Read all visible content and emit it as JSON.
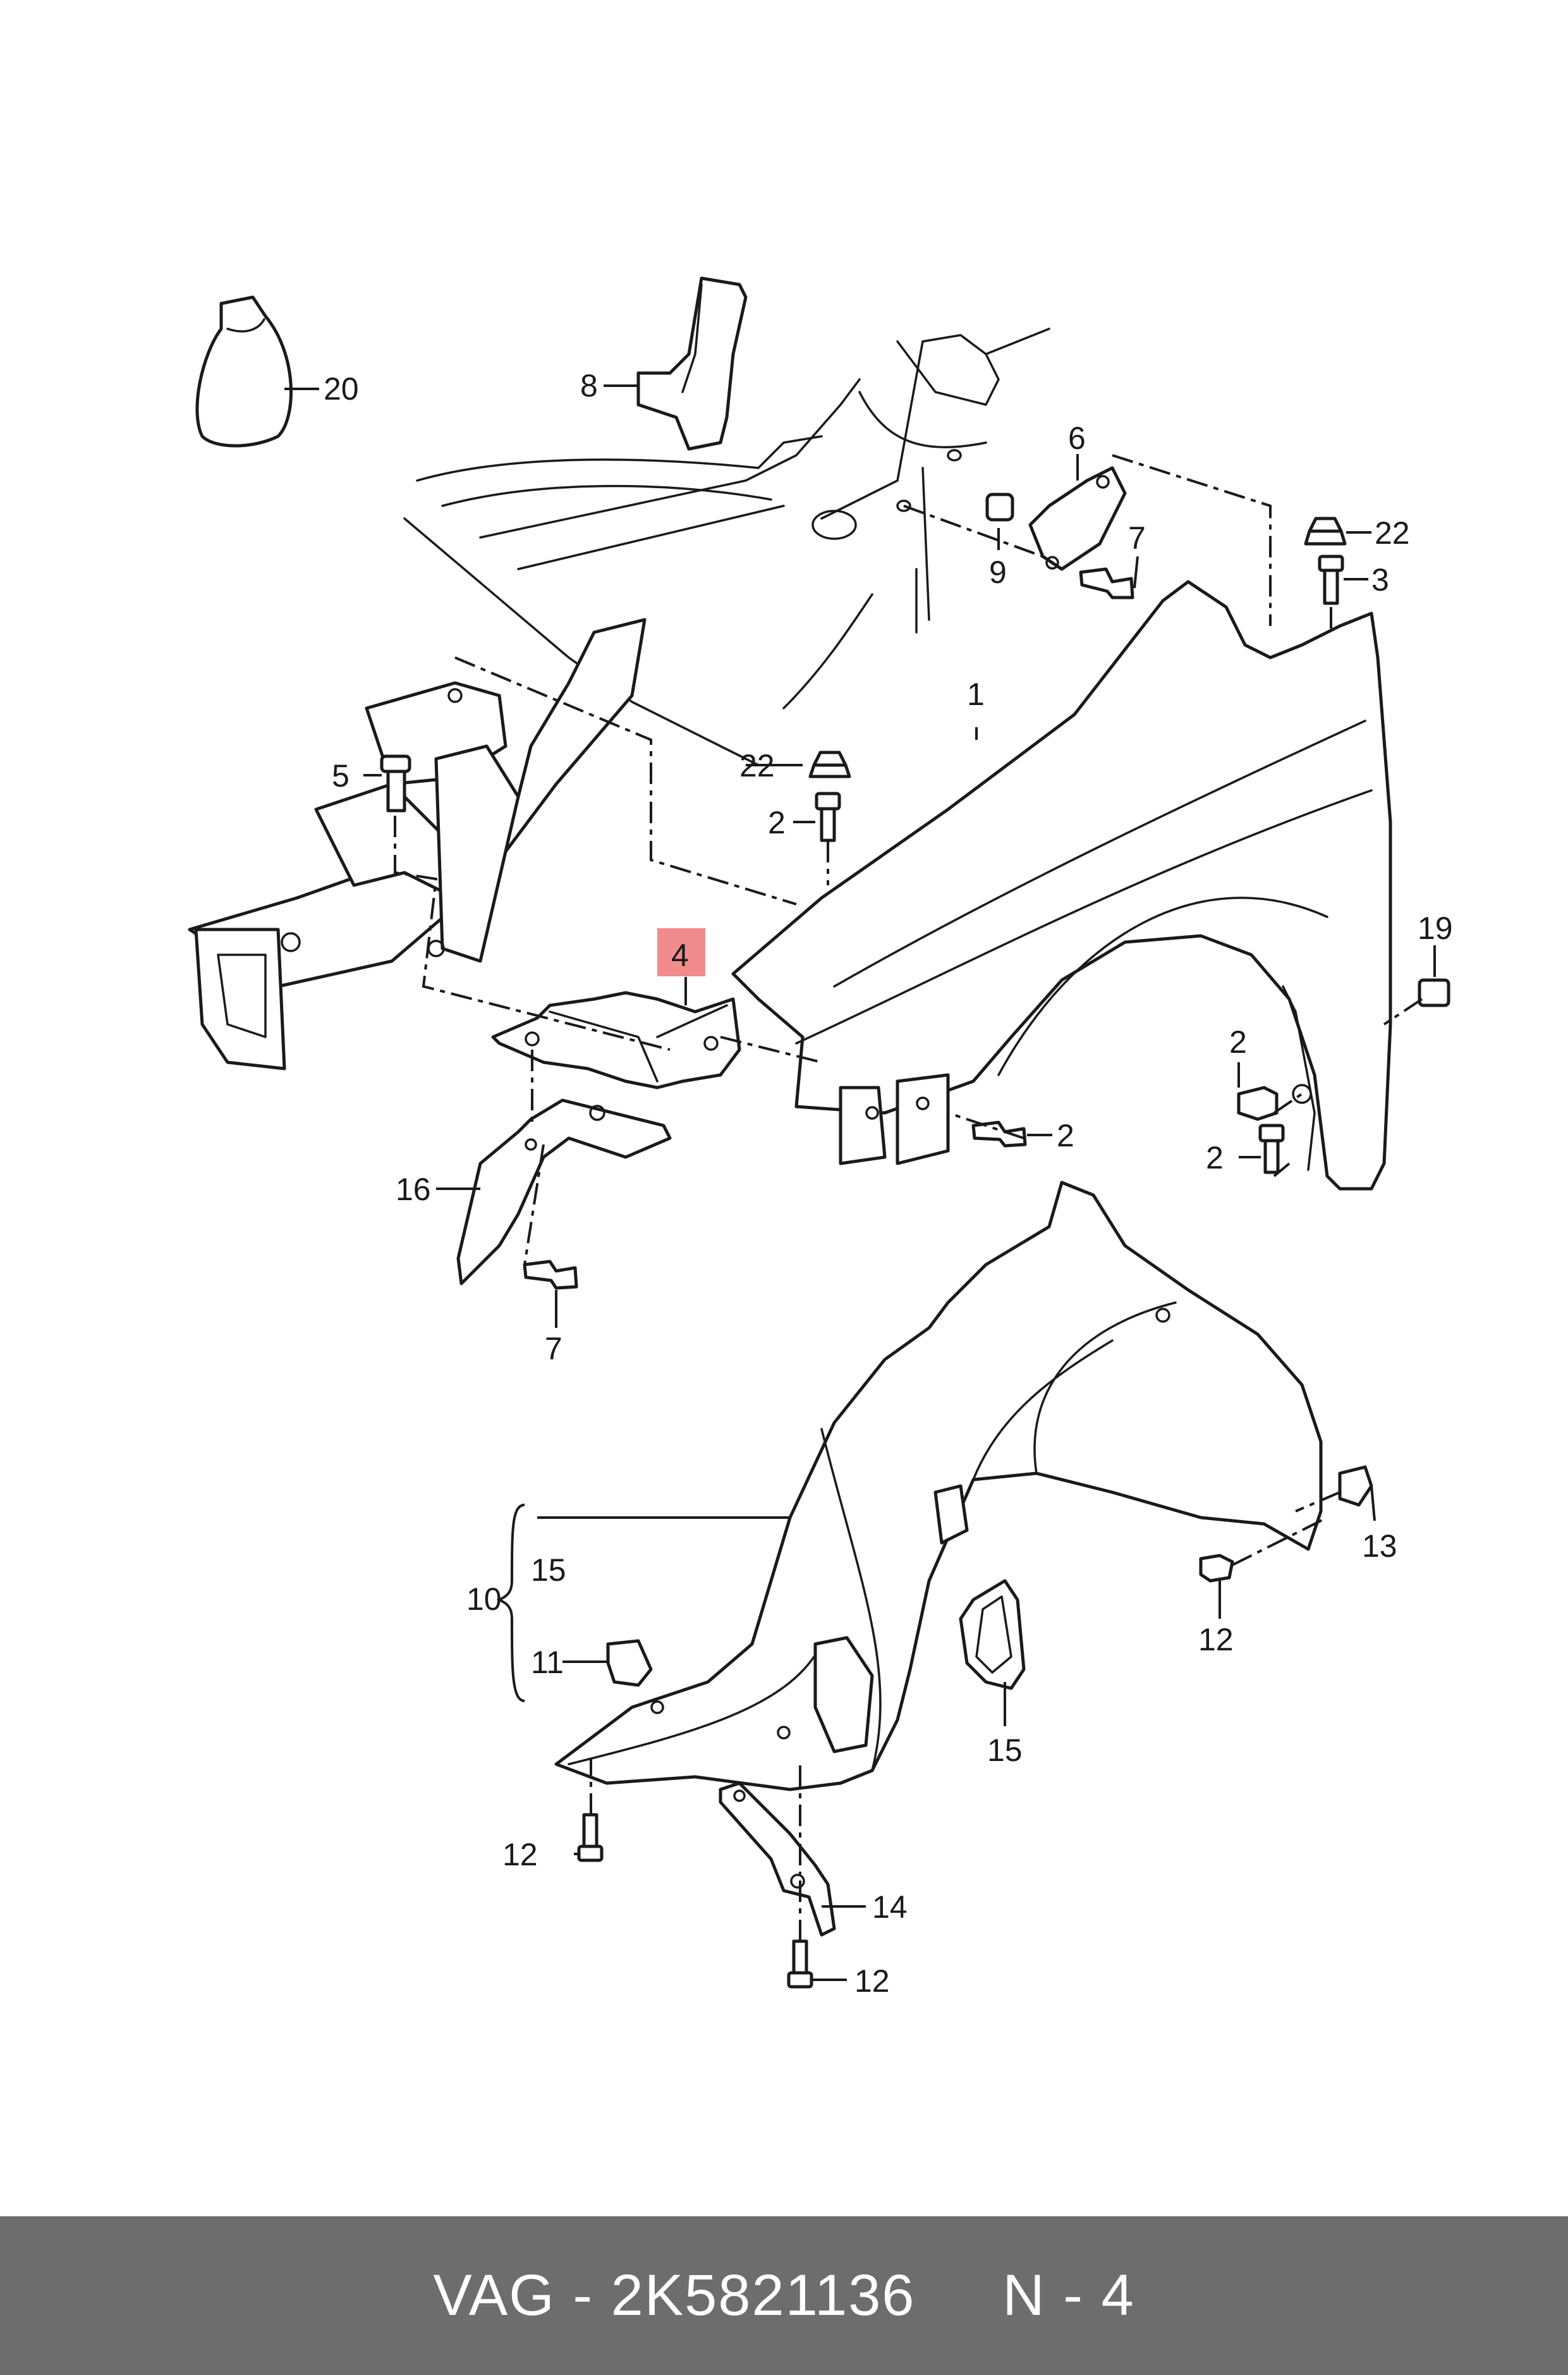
{
  "diagram": {
    "highlight_color": "#f28b8b",
    "line_color": "#1a1a1a",
    "highlighted_part": "4",
    "callouts": {
      "c1": "1",
      "c2a": "2",
      "c2b": "2",
      "c2c": "2",
      "c2d": "2",
      "c3": "3",
      "c4": "4",
      "c5": "5",
      "c6": "6",
      "c7a": "7",
      "c7b": "7",
      "c8": "8",
      "c9": "9",
      "c10": "10",
      "c11": "11",
      "c12a": "12",
      "c12b": "12",
      "c12c": "12",
      "c13": "13",
      "c14": "14",
      "c15a": "15",
      "c15b": "15",
      "c16": "16",
      "c19": "19",
      "c20": "20",
      "c22a": "22",
      "c22b": "22"
    }
  },
  "footer": {
    "background": "#6d6d6d",
    "text": "VAG - 2K5821136     N - 4"
  }
}
